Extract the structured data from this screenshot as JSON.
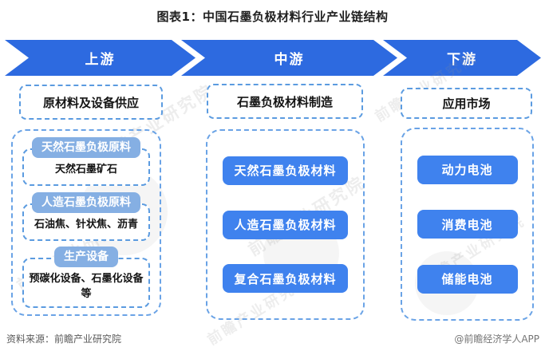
{
  "title": "图表1：中国石墨负极材料行业产业链结构",
  "stages": [
    {
      "arrow": "上游",
      "header": "原材料及设备供应",
      "groups": [
        {
          "label": "天然石墨负极原料",
          "detail": "天然石墨矿石"
        },
        {
          "label": "人造石墨负极原料",
          "detail": "石油焦、针状焦、沥青"
        },
        {
          "label": "生产设备",
          "detail": "预碳化设备、石墨化设备等"
        }
      ]
    },
    {
      "arrow": "中游",
      "header": "石墨负极材料制造",
      "items": [
        "天然石墨负极材料",
        "人造石墨负极材料",
        "复合石墨负极材料"
      ]
    },
    {
      "arrow": "下游",
      "header": "应用市场",
      "items": [
        "动力电池",
        "消费电池",
        "储能电池"
      ]
    }
  ],
  "footer": {
    "source": "资料来源：前瞻产业研究院",
    "credit": "@前瞻经济学人APP"
  },
  "watermark": {
    "brand": "前瞻产业研究院"
  },
  "colors": {
    "arrow_blue": "#2d6ae0",
    "item_blue": "#3f82ee",
    "light_blue_header": "#85afe3",
    "dashed_border_blue": "#5b9be0"
  }
}
